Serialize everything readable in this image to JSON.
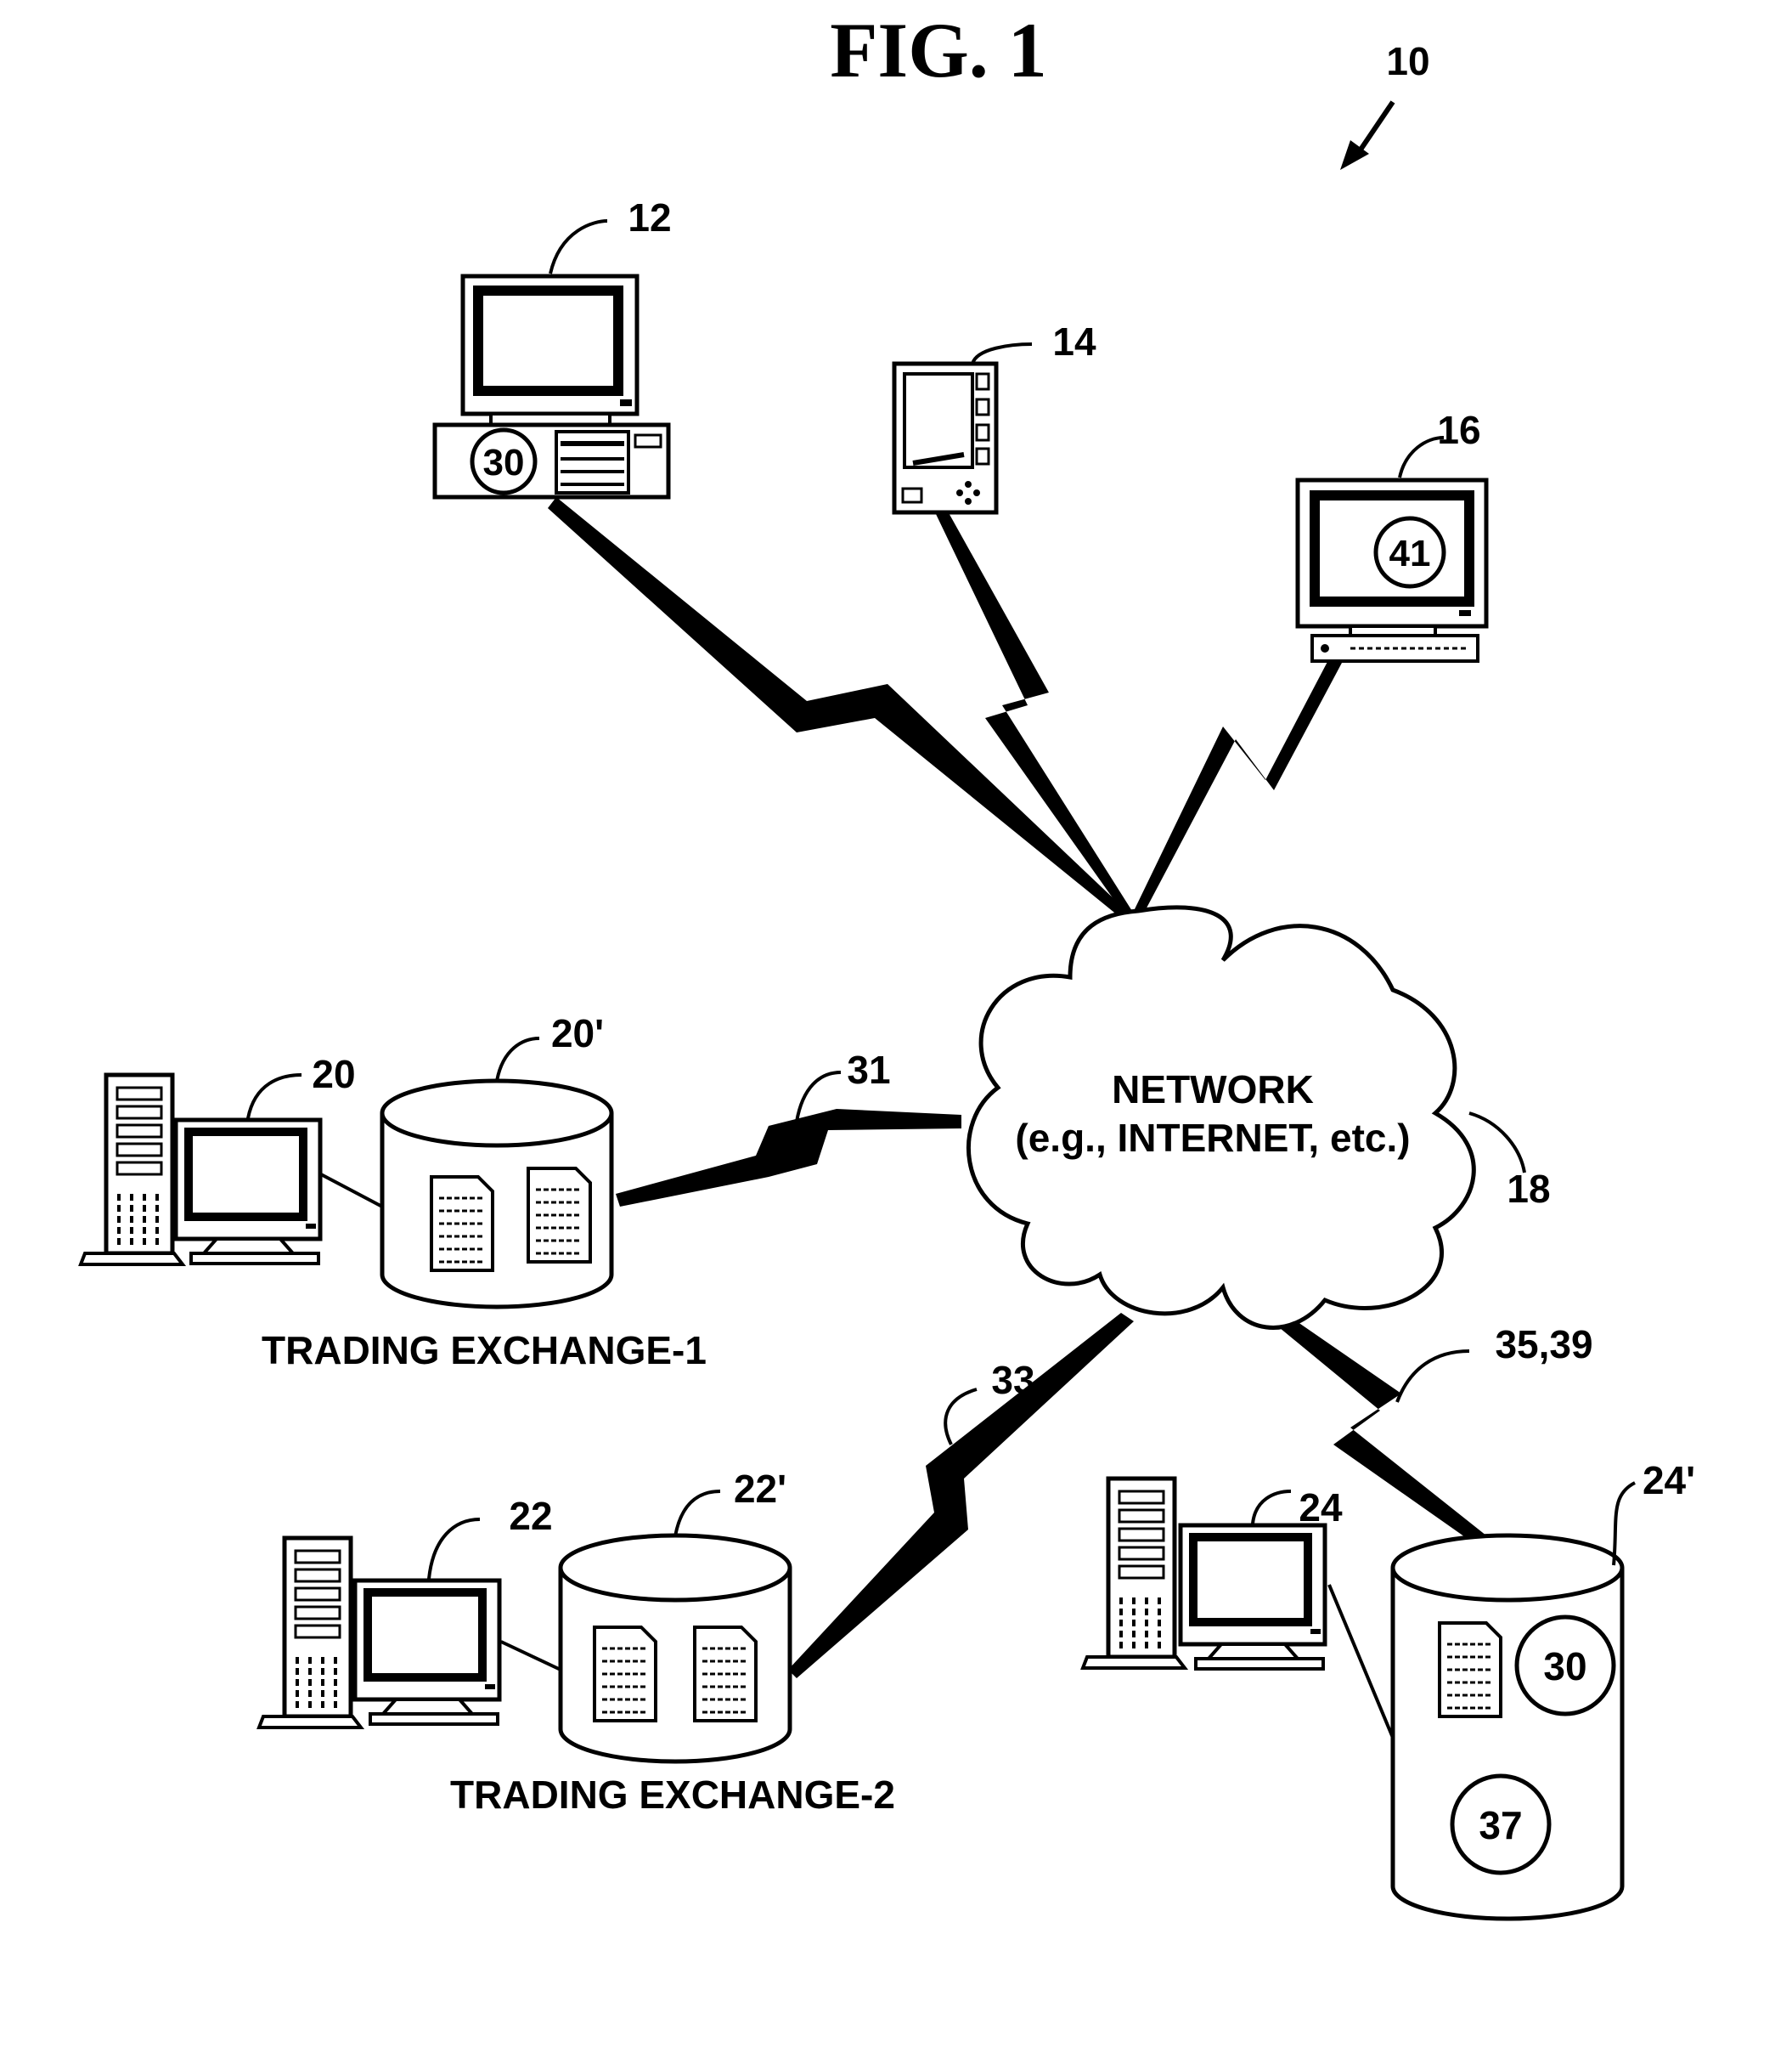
{
  "figure": {
    "title": "FIG. 1",
    "system_ref": "10",
    "network": {
      "line1": "NETWORK",
      "line2": "(e.g., INTERNET, etc.)",
      "ref": "18"
    },
    "devices": {
      "desktop": {
        "ref": "12",
        "badge": "30"
      },
      "pda": {
        "ref": "14"
      },
      "monitor": {
        "ref": "16",
        "badge": "41"
      },
      "exchange1_computer": {
        "ref": "20"
      },
      "exchange1_database": {
        "ref": "20'"
      },
      "exchange2_computer": {
        "ref": "22"
      },
      "exchange2_database": {
        "ref": "22'"
      },
      "server_computer": {
        "ref": "24"
      },
      "server_database": {
        "ref": "24'",
        "badge_top": "30",
        "badge_bottom": "37"
      }
    },
    "links": {
      "exchange1": "31",
      "exchange2": "33",
      "server": "35,39"
    },
    "labels": {
      "exchange1": "TRADING EXCHANGE-1",
      "exchange2": "TRADING EXCHANGE-2"
    }
  }
}
